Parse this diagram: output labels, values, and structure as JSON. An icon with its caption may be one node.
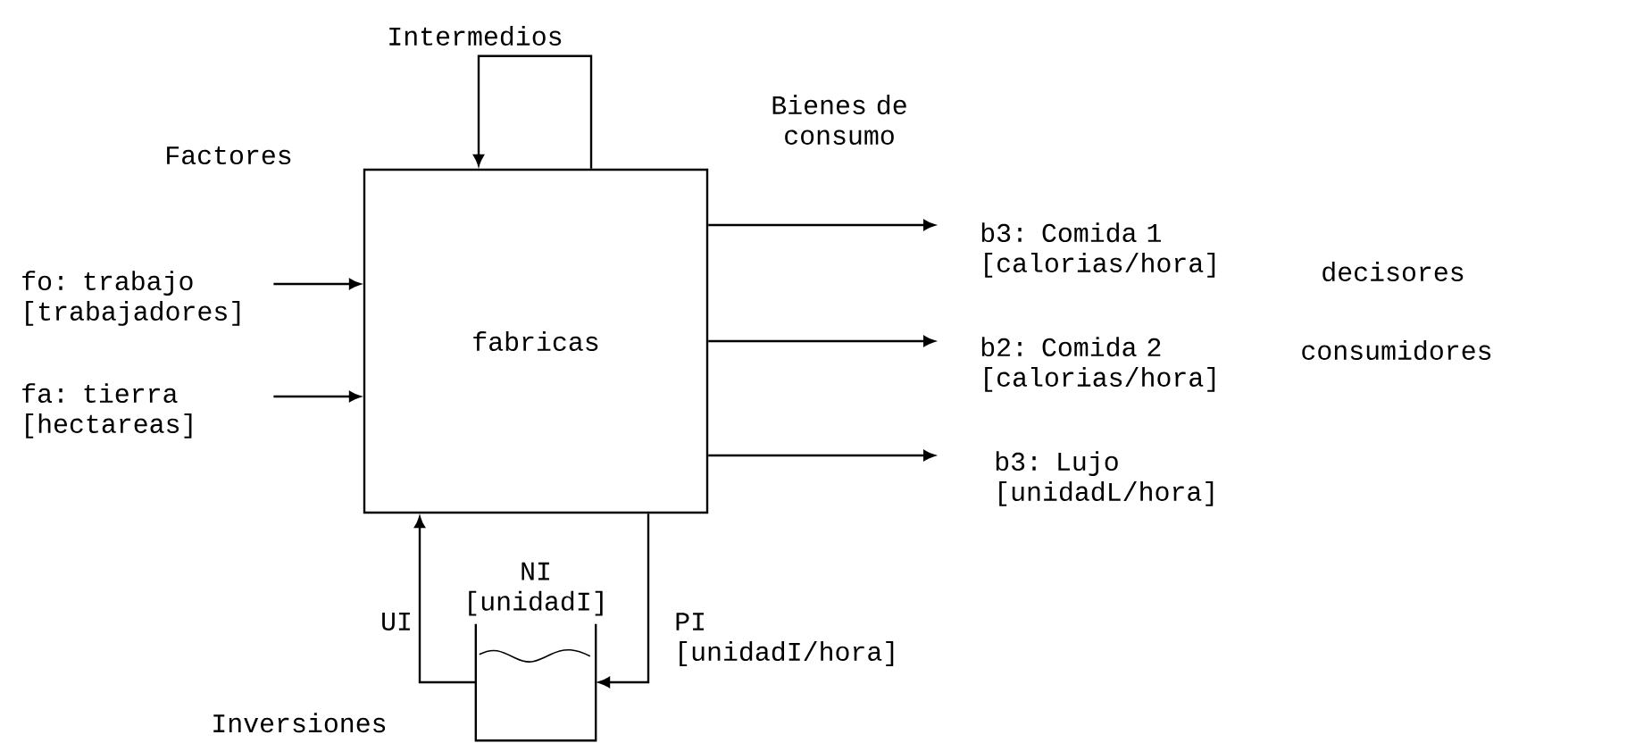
{
  "diagram": {
    "nodes": [
      {
        "text": [
          "fabricas"
        ]
      },
      {
        "text": [
          "fo: trabajo [trabajadores]"
        ]
      },
      {
        "text": [
          "fa: tierra [hectareas]"
        ]
      },
      {
        "text": [
          "b3: Comida 1 [calorias/hora]"
        ]
      },
      {
        "text": [
          "b2: Comida 2 [calorias/hora]"
        ]
      },
      {
        "text": [
          "b3: Lujo [unidadL/hora]"
        ]
      },
      {
        "text": [
          "NI [unidadI]"
        ],
        "beside": [
          "Inversiones"
        ]
      }
    ],
    "edges": [
      {
        "from": 0,
        "to": 0,
        "arrow": "to",
        "label": "Intermedios"
      },
      {
        "from": 1,
        "to": 0,
        "arrow": "to"
      },
      {
        "from": 2,
        "to": 0,
        "arrow": "to"
      },
      {
        "from": 0,
        "to": 3,
        "arrow": "to"
      },
      {
        "from": 0,
        "to": 4,
        "arrow": "to"
      },
      {
        "from": 0,
        "to": 5,
        "arrow": "to"
      },
      {
        "from": 6,
        "to": 0,
        "arrow": "to",
        "label": "UI"
      },
      {
        "from": 0,
        "to": 6,
        "arrow": "to",
        "label": "PI [unidadI/hora]"
      }
    ],
    "labels": [
      "Factores",
      "Bienes de consumo",
      "decisores",
      "consumidores"
    ]
  }
}
